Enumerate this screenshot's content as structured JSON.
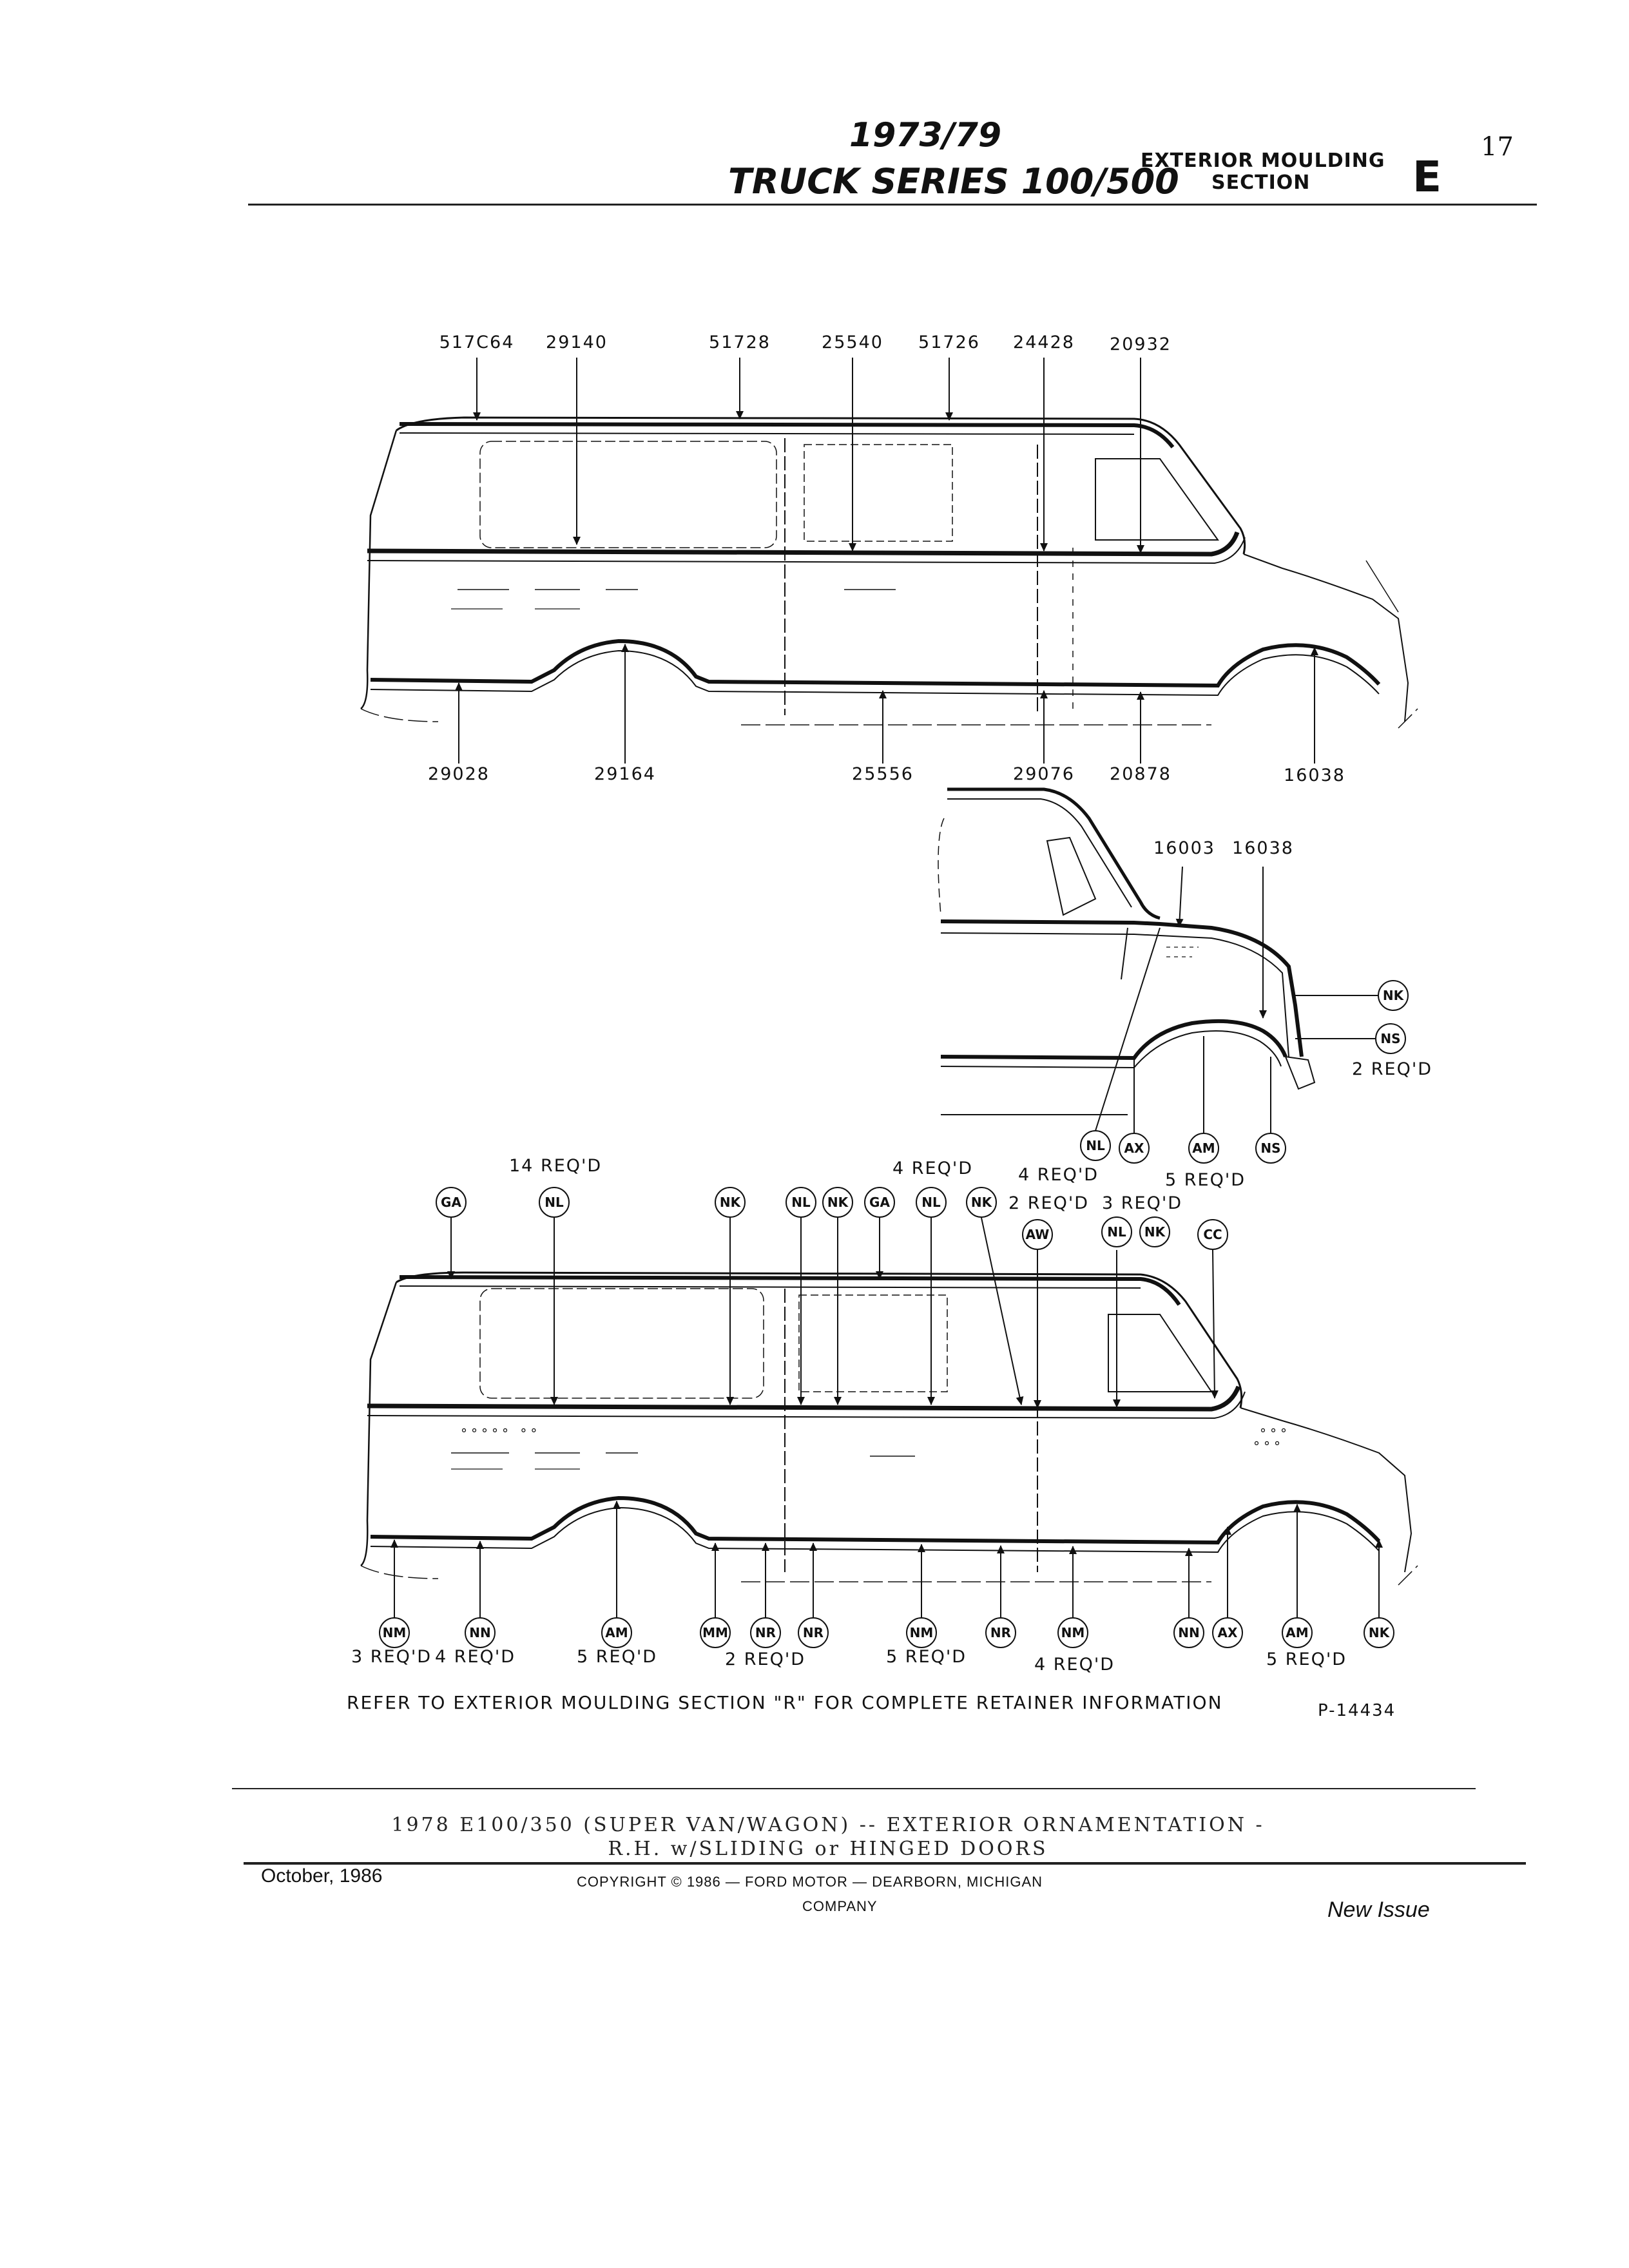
{
  "header": {
    "year": "1973/79",
    "series": "TRUCK SERIES 100/500",
    "section_line1": "EXTERIOR MOULDING",
    "section_line2": "SECTION",
    "section_letter": "E",
    "page_number": "17"
  },
  "top_view": {
    "top_labels": [
      "517C64",
      "29140",
      "51728",
      "25540",
      "51726",
      "24428",
      "20932"
    ],
    "bottom_labels": [
      "29028",
      "29164",
      "25556",
      "29076",
      "20878",
      "16038"
    ]
  },
  "front_detail": {
    "labels": [
      "16003",
      "16038"
    ],
    "callouts": [
      "NK",
      "NS",
      "NL",
      "AX",
      "AM",
      "NS"
    ],
    "notes": [
      "2 REQ'D",
      "4 REQ'D",
      "5 REQ'D"
    ]
  },
  "bottom_view": {
    "top_callouts": [
      "GA",
      "NL",
      "NK",
      "NL",
      "NK",
      "GA",
      "NL",
      "NK",
      "AW",
      "NL",
      "NK",
      "CC"
    ],
    "top_notes": [
      "14 REQ'D",
      "4 REQ'D",
      "2 REQ'D",
      "3 REQ'D"
    ],
    "bottom_callouts": [
      "NM",
      "NN",
      "AM",
      "MM",
      "NR",
      "NR",
      "NM",
      "NR",
      "NM",
      "NN",
      "AX",
      "AM",
      "NK"
    ],
    "bottom_notes": [
      "3 REQ'D",
      "4 REQ'D",
      "5 REQ'D",
      "2 REQ'D",
      "5 REQ'D",
      "4 REQ'D",
      "5 REQ'D"
    ]
  },
  "refer_note": "REFER TO EXTERIOR MOULDING SECTION \"R\" FOR COMPLETE RETAINER INFORMATION",
  "figure_number": "P-14434",
  "caption_line1": "1978 E100/350 (SUPER VAN/WAGON) -- EXTERIOR ORNAMENTATION -",
  "caption_line2": "R.H. w/SLIDING or HINGED DOORS",
  "footer": {
    "date": "October, 1986",
    "copyright_line1": "COPYRIGHT © 1986 — FORD MOTOR — DEARBORN, MICHIGAN",
    "copyright_line2": "COMPANY",
    "status": "New Issue"
  }
}
